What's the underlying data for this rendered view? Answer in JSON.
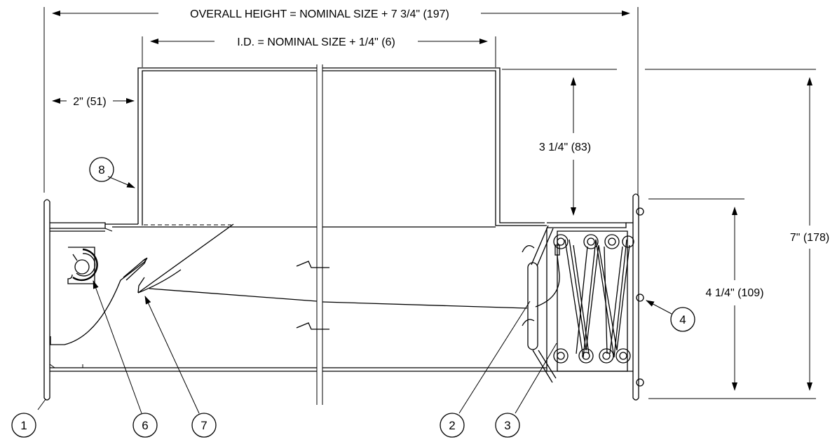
{
  "dimensions": {
    "overall_height": "OVERALL HEIGHT = NOMINAL SIZE + 7 3/4\" (197)",
    "inside_diameter": "I.D. = NOMINAL SIZE + 1/4\" (6)",
    "collar_offset": "2\" (51)",
    "upper_height": "3 1/4\" (83)",
    "frame_depth": "4 1/4\" (109)",
    "total_depth": "7\" (178)"
  },
  "callouts": [
    "1",
    "2",
    "3",
    "4",
    "6",
    "7",
    "8"
  ],
  "colors": {
    "line": "#000000",
    "background": "#ffffff"
  }
}
